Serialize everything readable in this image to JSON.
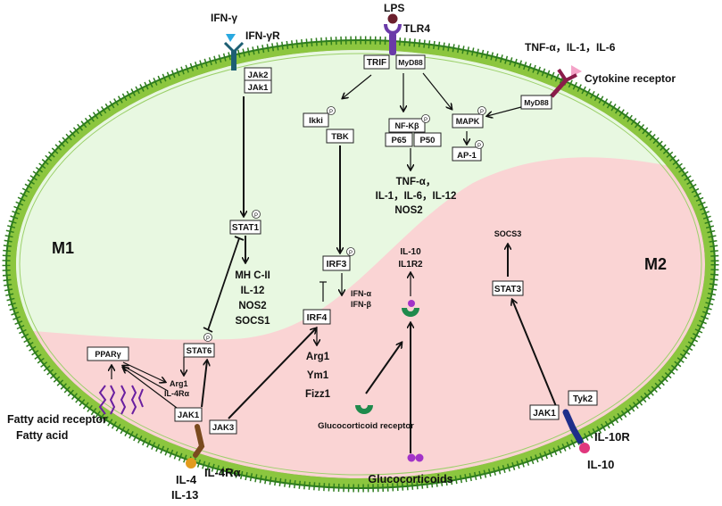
{
  "regions": {
    "m1": "M1",
    "m2": "M2"
  },
  "ligands": {
    "ifn_gamma": "IFN-γ",
    "ifn_gamma_r": "IFN-γR",
    "lps": "LPS",
    "tlr4": "TLR4",
    "cytokines_top": "TNF-α，IL-1，IL-6",
    "cytokine_receptor": "Cytokine receptor",
    "fatty_acid_receptor": "Fatty acid receptor",
    "fatty_acid": "Fatty acid",
    "il4": "IL-4",
    "il13": "IL-13",
    "il4ra": "IL-4Rα",
    "glucocorticoids": "Glucocorticoids",
    "glucocorticoid_receptor": "Glucocorticoid receptor",
    "il10r": "IL-10R",
    "il10": "IL-10"
  },
  "nodes": {
    "jak2": "JAk2",
    "jak1_top": "JAk1",
    "trif": "TRIF",
    "myd88_tlr": "MyD88",
    "myd88_cyt": "MyD88",
    "ikki": "Ikki",
    "tbk": "TBK",
    "nfkb": "NF-Kβ",
    "p65": "P65",
    "p50": "P50",
    "mapk": "MAPK",
    "ap1": "AP-1",
    "stat1": "STAT1",
    "irf3": "IRF3",
    "irf4": "IRF4",
    "stat3": "STAT3",
    "stat6": "STAT6",
    "ppar": "PPARγ",
    "jak1_left": "JAK1",
    "jak3": "JAK3",
    "jak1_right": "JAK1",
    "tyk2": "Tyk2",
    "p": "P"
  },
  "outputs": {
    "tlr_genes": [
      "TNF-α，",
      "IL-1，IL-6，IL-12",
      "NOS2"
    ],
    "stat1_genes": [
      "MH C-II",
      "IL-12",
      "NOS2",
      "SOCS1"
    ],
    "ifn_genes": [
      "IFN-α",
      "IFN-β"
    ],
    "irf4_genes": [
      "Arg1",
      "Ym1",
      "Fizz1"
    ],
    "ppar_genes": [
      "Arg1",
      "IL-4Rα"
    ],
    "gc_genes": [
      "IL-10",
      "IL1R2"
    ],
    "socs3": "SOCS3"
  },
  "colors": {
    "m1_fill": "#e8f8e1",
    "m2_fill": "#fad4d4",
    "membrane": "#8cc63f",
    "membrane_dark": "#2e7d1e"
  }
}
